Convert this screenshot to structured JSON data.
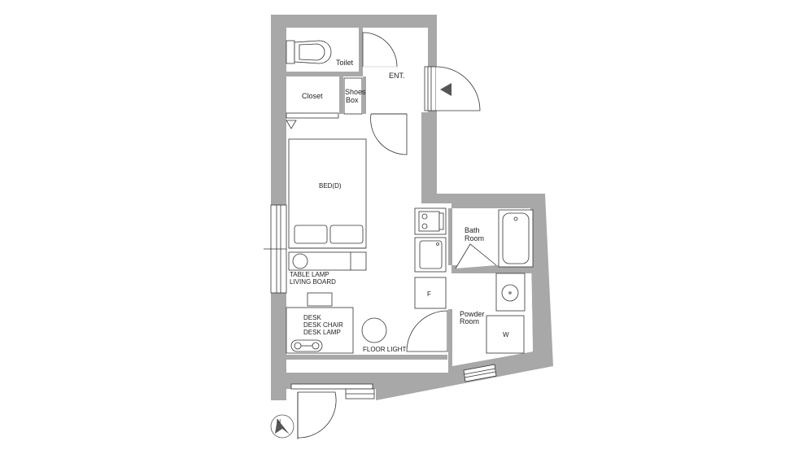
{
  "labels": {
    "toilet": "Toilet",
    "entrance": "ENT.",
    "closet": "Closet",
    "shoes_box_line1": "Shoes",
    "shoes_box_line2": "Box",
    "bed": "BED(D)",
    "bath_line1": "Bath",
    "bath_line2": "Room",
    "fridge": "F",
    "table_lamp": "TABLE LAMP",
    "living_board": "LIVING BOARD",
    "powder_line1": "Powder",
    "powder_line2": "Room",
    "washer": "W",
    "desk": "DESK",
    "desk_chair": "DESK CHAIR",
    "desk_lamp": "DESK LAMP",
    "floor_light": "FLOOR LIGHT"
  },
  "colors": {
    "wall": "#a8a8a8",
    "line": "#333333",
    "fixture_fill": "#ffffff",
    "compass_fill": "#555555"
  },
  "icons": {
    "compass": "north-arrow-icon"
  }
}
